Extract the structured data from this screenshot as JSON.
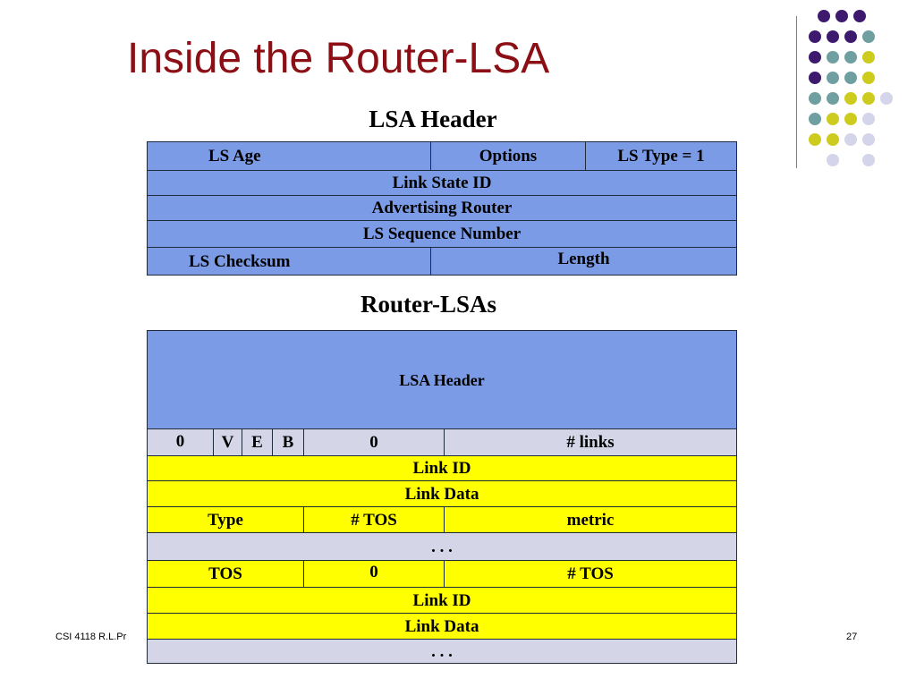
{
  "title": "Inside the Router-LSA",
  "lsa_header_title": "LSA Header",
  "lsa_header_table": {
    "row1": [
      "LS Age",
      "Options",
      "LS Type = 1"
    ],
    "row2": "Link State ID",
    "row3": "Advertising Router",
    "row4": "LS Sequence Number",
    "row5": [
      "LS Checksum",
      "Length"
    ]
  },
  "router_lsas_title": "Router-LSAs",
  "router_lsa_table": {
    "header_cell": "LSA Header",
    "flags_row": [
      "0",
      "V",
      "E",
      "B",
      "0",
      "# links"
    ],
    "link_id": "Link ID",
    "link_data": "Link Data",
    "type_row": [
      "Type",
      "# TOS",
      "metric"
    ],
    "ellipsis": ". . .",
    "tos_row": [
      "TOS",
      "0",
      "# TOS"
    ],
    "link_id_2": "Link ID",
    "link_data_2": "Link Data",
    "ellipsis_2": ". . ."
  },
  "footer": {
    "left": "CSI 4118 R.L.Pr",
    "page_number": "27"
  },
  "colors": {
    "title": "#8b0f14",
    "header_blue": "#7b9be6",
    "lavender": "#d4d6e8",
    "yellow": "#ffff00",
    "dot_purple": "#3d1a6e",
    "dot_teal": "#6f9fa0",
    "dot_olive": "#cdcb1e",
    "dot_lilac": "#d4d4ea"
  }
}
